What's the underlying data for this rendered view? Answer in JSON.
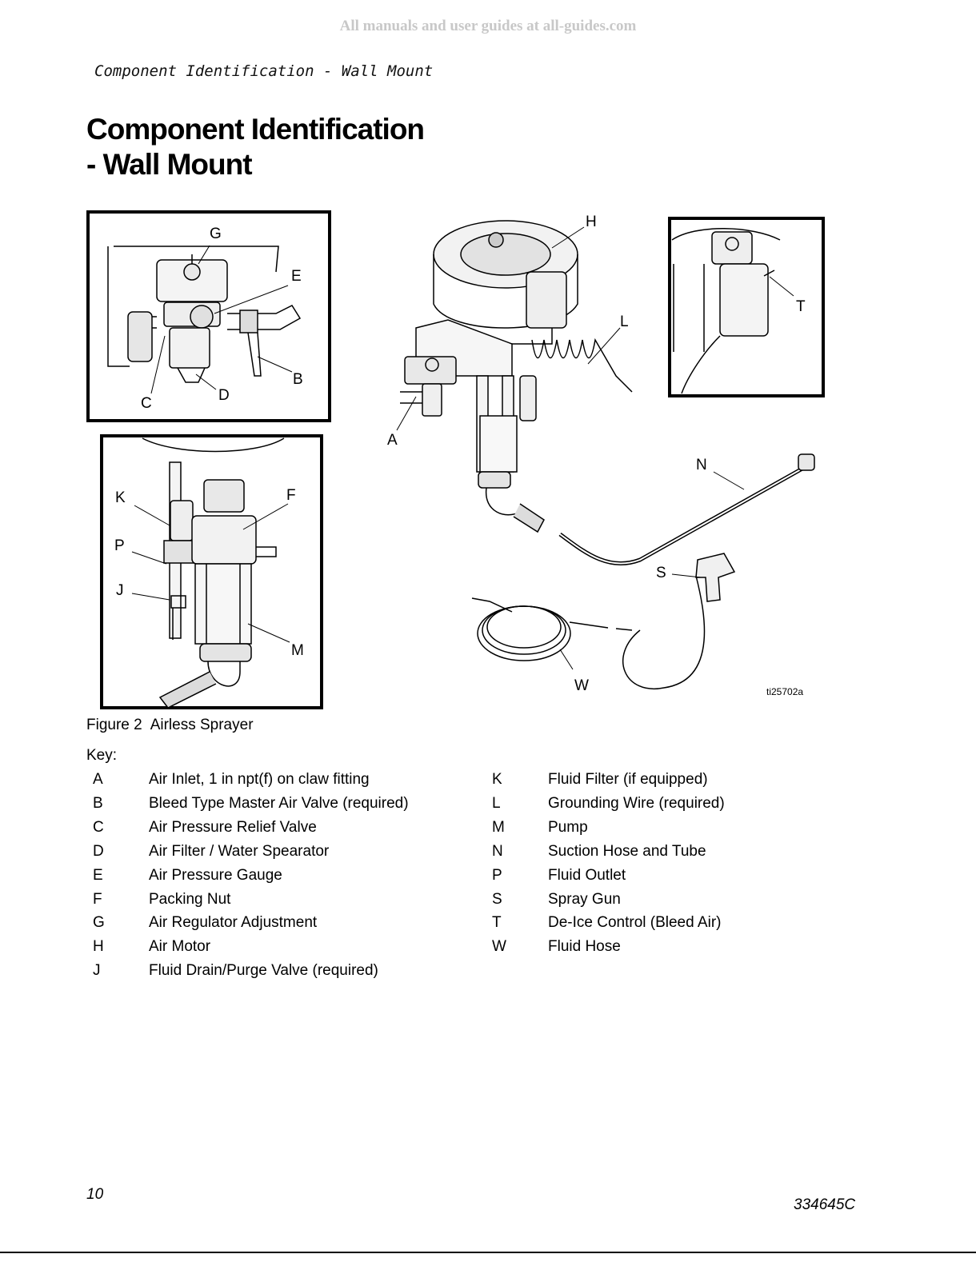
{
  "watermark": "All manuals and user guides at all-guides.com",
  "running_header": "Component Identification - Wall Mount",
  "title": {
    "line1": "Component Identification",
    "line2": "- Wall Mount"
  },
  "callouts": {
    "G": "G",
    "E": "E",
    "B": "B",
    "C": "C",
    "D": "D",
    "H": "H",
    "L": "L",
    "A": "A",
    "N": "N",
    "S": "S",
    "W": "W",
    "T": "T",
    "K": "K",
    "F": "F",
    "P": "P",
    "J": "J",
    "M": "M"
  },
  "image_id_label": "ti25702a",
  "figure_caption": {
    "number": "Figure 2",
    "text": "Airless Sprayer"
  },
  "key": {
    "heading": "Key",
    "left": [
      {
        "letter": "A",
        "desc": "Air Inlet, 1 in npt(f) on claw fitting"
      },
      {
        "letter": "B",
        "desc": "Bleed Type Master Air Valve (required)"
      },
      {
        "letter": "C",
        "desc": "Air Pressure Relief Valve"
      },
      {
        "letter": "D",
        "desc": "Air Filter / Water Spearator"
      },
      {
        "letter": "E",
        "desc": "Air Pressure Gauge"
      },
      {
        "letter": "F",
        "desc": "Packing Nut"
      },
      {
        "letter": "G",
        "desc": "Air Regulator Adjustment"
      },
      {
        "letter": "H",
        "desc": "Air Motor"
      },
      {
        "letter": "J",
        "desc": "Fluid Drain/Purge Valve (required)"
      }
    ],
    "right": [
      {
        "letter": "K",
        "desc": "Fluid Filter (if equipped)"
      },
      {
        "letter": "L",
        "desc": "Grounding Wire (required)"
      },
      {
        "letter": "M",
        "desc": "Pump"
      },
      {
        "letter": "N",
        "desc": "Suction Hose and Tube"
      },
      {
        "letter": "P",
        "desc": "Fluid Outlet"
      },
      {
        "letter": "S",
        "desc": "Spray Gun"
      },
      {
        "letter": "T",
        "desc": "De-Ice Control (Bleed Air)"
      },
      {
        "letter": "W",
        "desc": "Fluid Hose"
      }
    ]
  },
  "page_number": "10",
  "document_number": "334645C"
}
